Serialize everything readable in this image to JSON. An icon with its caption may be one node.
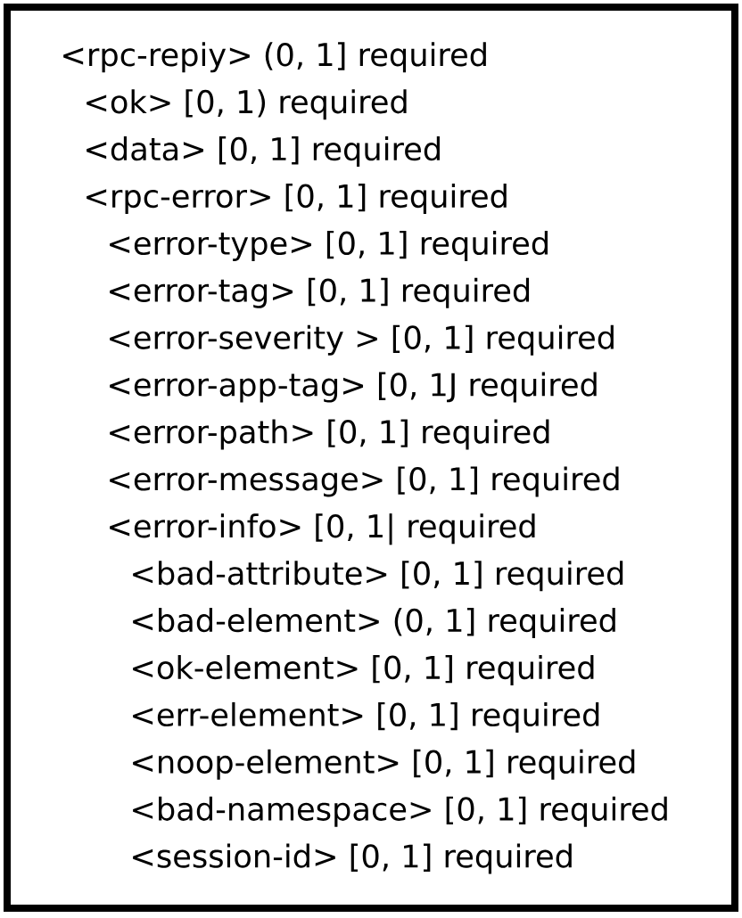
{
  "diagram": {
    "nodes": [
      {
        "text": [
          "<rpc-repiy> (0, 1] required",
          "<ok> [0, 1) required",
          "<data> [0, 1] required",
          "<rpc-error> [0, 1] required",
          "<error-type> [0, 1] required",
          "<error-tag> [0, 1] required",
          "<error-severity > [0, 1] required",
          "<error-app-tag> [0, 1J required",
          "<error-path> [0, 1] required",
          "<error-message> [0, 1] required",
          "<error-info> [0, 1| required",
          "<bad-attribute> [0, 1] required",
          "<bad-element> (0, 1] required",
          "<ok-element> [0, 1] required",
          "<err-element> [0, 1] required",
          "<noop-element> [0, 1] required",
          "<bad-namespace> [0, 1] required",
          "<session-id> [0, 1] required"
        ]
      }
    ]
  }
}
